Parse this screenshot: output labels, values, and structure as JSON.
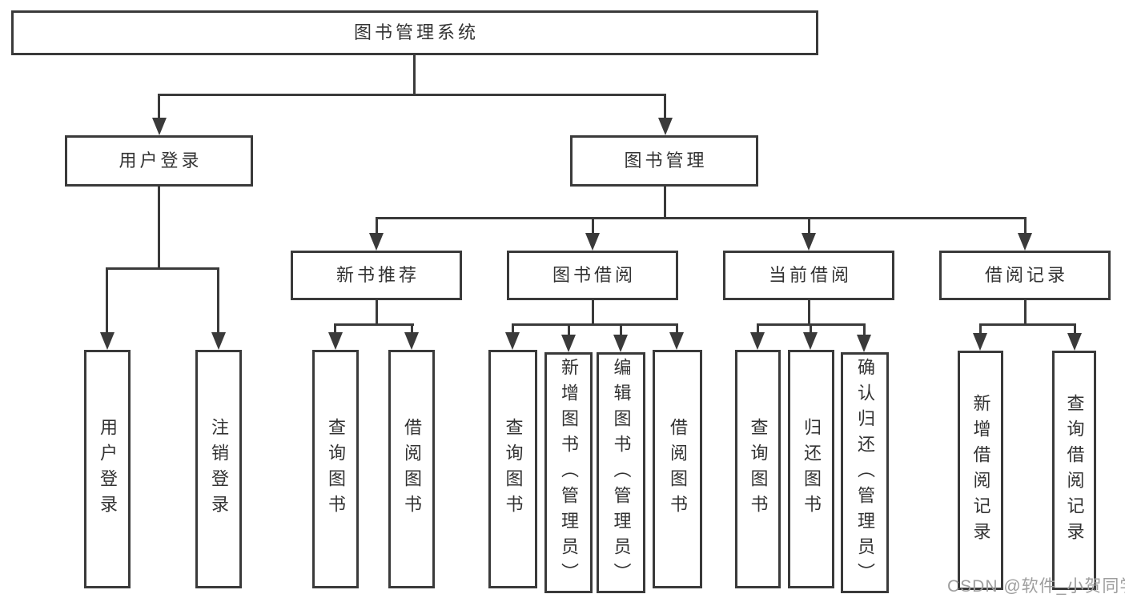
{
  "diagram": {
    "type": "hierarchy-tree",
    "tree": {
      "label": "图书管理系统",
      "children": [
        {
          "label": "用户登录",
          "children": [
            {
              "label": "用户登录"
            },
            {
              "label": "注销登录"
            }
          ]
        },
        {
          "label": "图书管理",
          "children": [
            {
              "label": "新书推荐",
              "children": [
                {
                  "label": "查询图书"
                },
                {
                  "label": "借阅图书"
                }
              ]
            },
            {
              "label": "图书借阅",
              "children": [
                {
                  "label": "查询图书"
                },
                {
                  "label": "新增图书（管理员）"
                },
                {
                  "label": "编辑图书（管理员）"
                },
                {
                  "label": "借阅图书"
                }
              ]
            },
            {
              "label": "当前借阅",
              "children": [
                {
                  "label": "查询图书"
                },
                {
                  "label": "归还图书"
                },
                {
                  "label": "确认归还（管理员）"
                }
              ]
            },
            {
              "label": "借阅记录",
              "children": [
                {
                  "label": "新增借阅记录"
                },
                {
                  "label": "查询借阅记录"
                }
              ]
            }
          ]
        }
      ]
    },
    "colors": {
      "line": "#3a3a3a",
      "text": "#333333",
      "background": "#ffffff"
    }
  },
  "watermark": {
    "text": "CSDN @软件_小贺同学",
    "color": "#9e9e9e"
  }
}
